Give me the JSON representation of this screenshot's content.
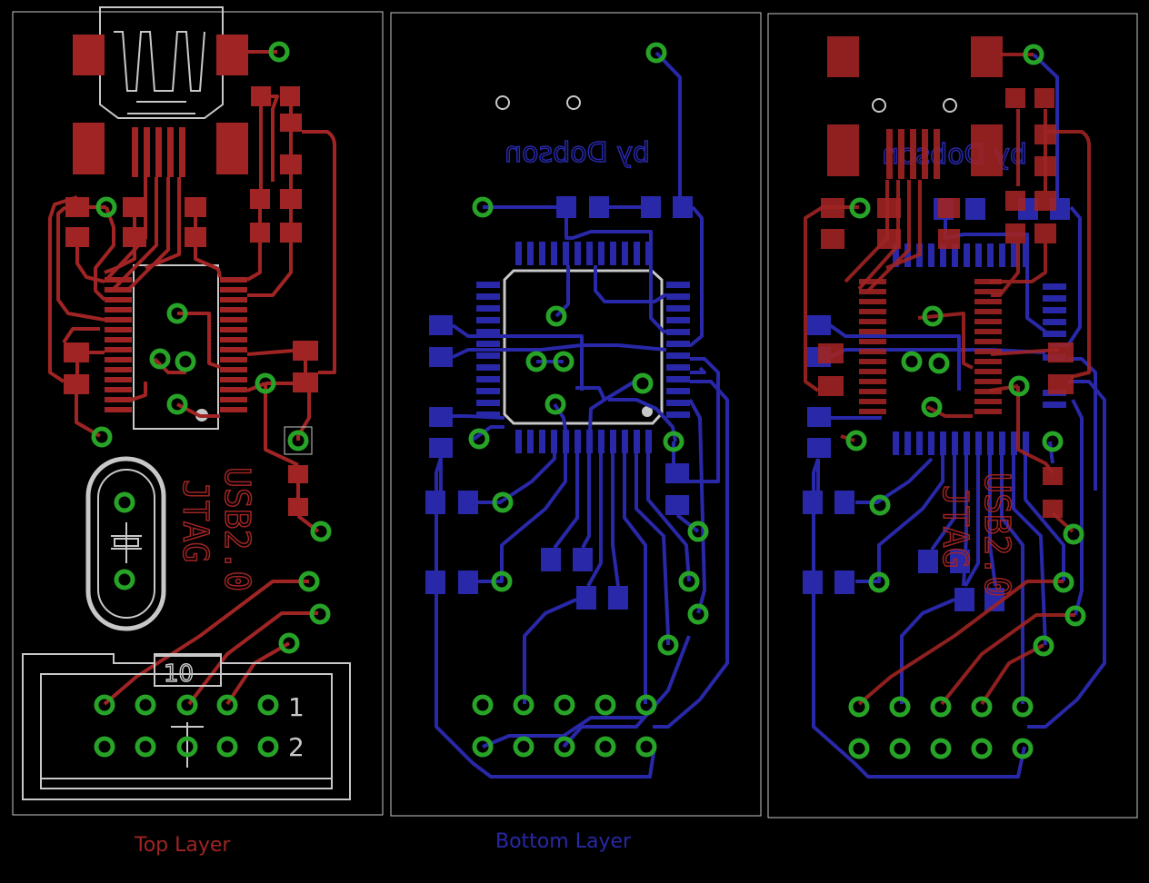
{
  "colors": {
    "top": "#a02424",
    "bottom": "#2828a8",
    "via": "#27a327",
    "outline": "#c8c8c8",
    "background": "#000000"
  },
  "labels": {
    "top_layer": "Top Layer",
    "bottom_layer": "Bottom Layer"
  },
  "silkscreen": {
    "board_name_line1": "USB2.0",
    "board_name_line2": "JTAG",
    "author": "by Dobson",
    "header_ref": "10",
    "pin1": "1",
    "pin2": "2"
  }
}
